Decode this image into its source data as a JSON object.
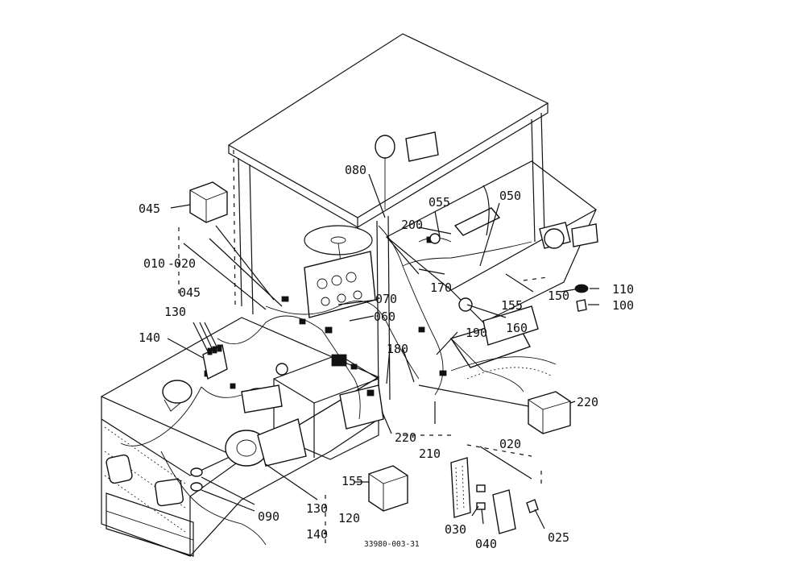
{
  "diagram": {
    "drawing_code": "33980-003-31",
    "labels": {
      "p010": "010",
      "p020a": "020",
      "p020b": "020",
      "p025": "025",
      "p030": "030",
      "p040": "040",
      "p045a": "045",
      "p045b": "045",
      "p050": "050",
      "p055": "055",
      "p060": "060",
      "p070": "070",
      "p080": "080",
      "p090": "090",
      "p100": "100",
      "p110": "110",
      "p120": "120",
      "p130a": "130",
      "p130b": "130",
      "p140a": "140",
      "p140b": "140",
      "p150": "150",
      "p155a": "155",
      "p155b": "155",
      "p160": "160",
      "p170": "170",
      "p180": "180",
      "p190": "190",
      "p200": "200",
      "p210": "210",
      "p220a": "220",
      "p220b": "220"
    }
  }
}
